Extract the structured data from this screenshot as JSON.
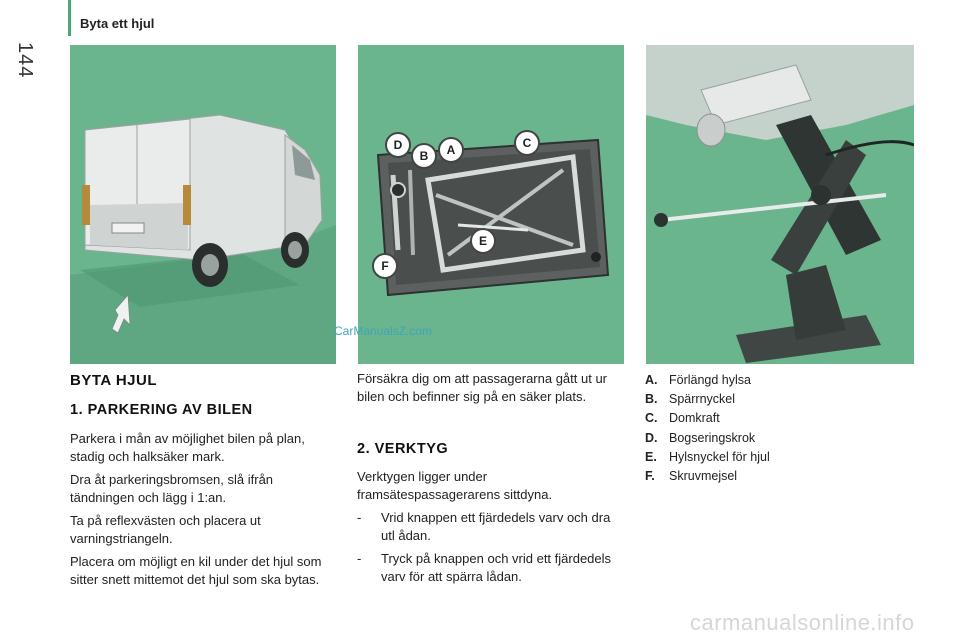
{
  "header": {
    "title": "Byta ett hjul",
    "page_number": "144"
  },
  "illustrations": {
    "tool_labels": [
      "D",
      "B",
      "A",
      "C",
      "E",
      "F"
    ]
  },
  "watermark_top": "CarManualsZ.com",
  "main_title": "BYTA HJUL",
  "section1": {
    "title": "1. PARKERING AV BILEN",
    "paragraphs": [
      "Parkera i mån av möjlighet bilen på plan, stadig och halksäker mark.",
      "Dra åt parkeringsbromsen, slå ifrån tändningen och lägg i 1:an.",
      "Ta på reflexvästen och placera ut varningstriangeln.",
      "Placera om möjligt en kil under det hjul som sitter snett mittemot det hjul som ska bytas."
    ]
  },
  "intro2": "Försäkra dig om att passagerarna gått ut ur bilen och befinner sig på en säker plats.",
  "section2": {
    "title": "2. VERKTYG",
    "text": "Verktygen ligger under framsätespassagerarens sittdyna.",
    "steps": [
      {
        "dash": "-",
        "text": "Vrid knappen ett fjärdedels varv och dra utl ådan."
      },
      {
        "dash": "-",
        "text": "Tryck på knappen och vrid ett fjärdedels varv för att spärra lådan."
      }
    ]
  },
  "legend": [
    {
      "key": "A.",
      "label": "Förlängd hylsa"
    },
    {
      "key": "B.",
      "label": "Spärrnyckel"
    },
    {
      "key": "C.",
      "label": "Domkraft"
    },
    {
      "key": "D.",
      "label": "Bogseringskrok"
    },
    {
      "key": "E.",
      "label": "Hylsnyckel för hjul"
    },
    {
      "key": "F.",
      "label": "Skruvmejsel"
    }
  ],
  "watermark_bottom": "carmanualsonline.info",
  "colors": {
    "accent": "#4aa77b",
    "illustration_bg": "#6ab48e"
  }
}
